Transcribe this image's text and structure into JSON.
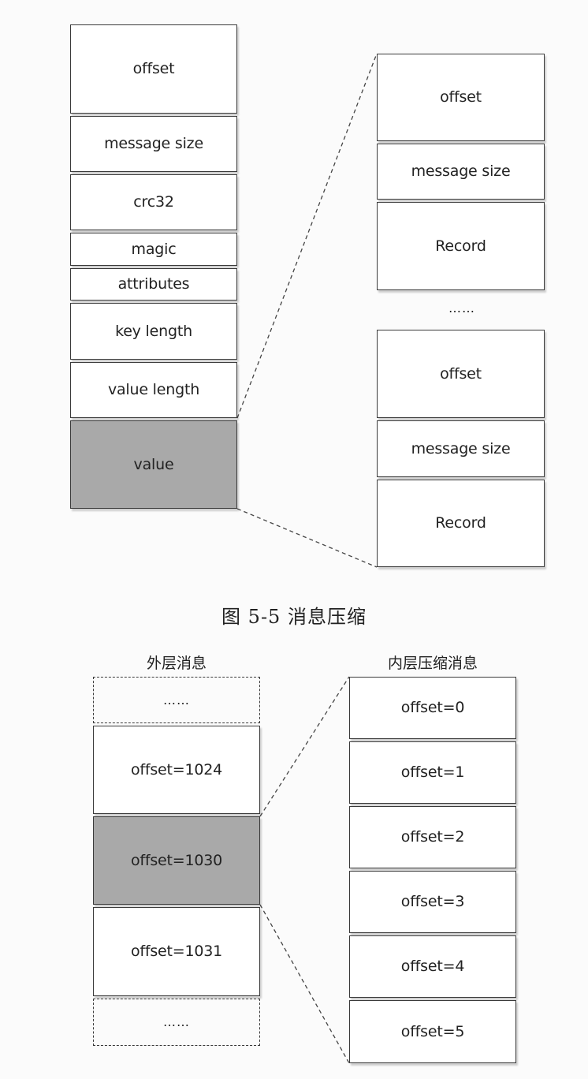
{
  "figure1": {
    "outer_fields": [
      {
        "label": "offset"
      },
      {
        "label": "message size"
      },
      {
        "label": "crc32"
      },
      {
        "label": "magic"
      },
      {
        "label": "attributes"
      },
      {
        "label": "key length"
      },
      {
        "label": "value length"
      },
      {
        "label": "value",
        "highlighted": true
      }
    ],
    "inner_group_1": [
      {
        "label": "offset"
      },
      {
        "label": "message size"
      },
      {
        "label": "Record"
      }
    ],
    "ellipsis": "……",
    "inner_group_2": [
      {
        "label": "offset"
      },
      {
        "label": "message size"
      },
      {
        "label": "Record"
      }
    ],
    "caption": "图 5-5   消息压缩"
  },
  "figure2": {
    "outer_header": "外层消息",
    "inner_header": "内层压缩消息",
    "outer_top_ellipsis": "……",
    "outer_fields": [
      {
        "label": "offset=1024"
      },
      {
        "label": "offset=1030",
        "highlighted": true
      },
      {
        "label": "offset=1031"
      }
    ],
    "outer_bottom_ellipsis": "……",
    "inner_fields": [
      {
        "label": "offset=0"
      },
      {
        "label": "offset=1"
      },
      {
        "label": "offset=2"
      },
      {
        "label": "offset=3"
      },
      {
        "label": "offset=4"
      },
      {
        "label": "offset=5"
      }
    ]
  }
}
